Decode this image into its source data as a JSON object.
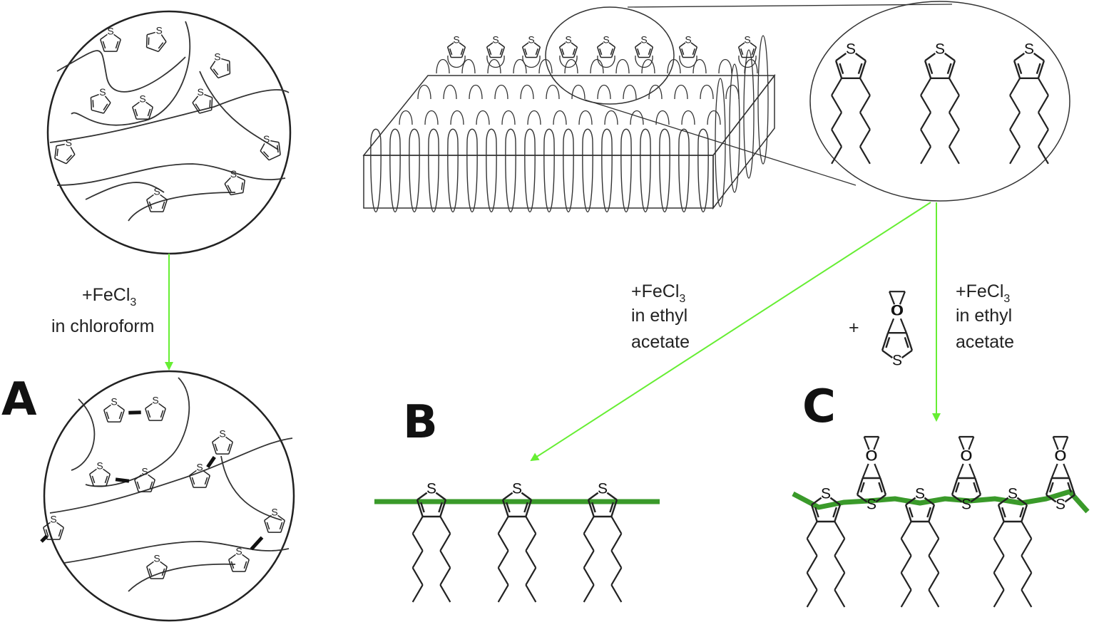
{
  "panels": {
    "A": "A",
    "B": "B",
    "C": "C"
  },
  "reagents": {
    "chloroform_line1": "+FeCl",
    "chloroform_sub": "3",
    "chloroform_line2": "in chloroform",
    "ethyl_b_line1": "+FeCl",
    "ethyl_b_sub": "3",
    "ethyl_b_line2": "in ethyl",
    "ethyl_b_line3": "acetate",
    "ethyl_c_line1": "+FeCl",
    "ethyl_c_sub": "3",
    "ethyl_c_line2": "in ethyl",
    "ethyl_c_line3": "acetate",
    "plus": "+"
  },
  "atoms": {
    "sulfur": "S",
    "oxygen": "O"
  },
  "colors": {
    "arrow": "#66ee33",
    "backbone": "#3a9a2a",
    "ink": "#222222"
  }
}
